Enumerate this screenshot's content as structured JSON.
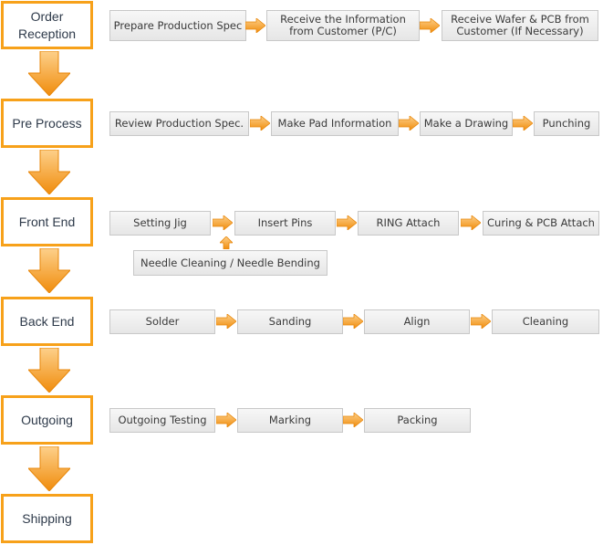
{
  "stages": [
    "Order\nReception",
    "Pre Process",
    "Front End",
    "Back End",
    "Outgoing",
    "Shipping"
  ],
  "order_reception": [
    "Prepare Production Spec",
    "Receive the Information\nfrom Customer (P/C)",
    "Receive Wafer & PCB from\nCustomer (If Necessary)"
  ],
  "pre_process": [
    "Review Production Spec.",
    "Make Pad Information",
    "Make a Drawing",
    "Punching"
  ],
  "front_end": [
    "Setting  Jig",
    "Insert Pins",
    "RING Attach",
    "Curing & PCB Attach"
  ],
  "front_end_sub": "Needle Cleaning  /  Needle Bending",
  "back_end": [
    "Solder",
    "Sanding",
    "Align",
    "Cleaning"
  ],
  "outgoing": [
    "Outgoing Testing",
    "Marking",
    "Packing"
  ],
  "colors": {
    "stage_border": "#f7a11a",
    "arrow_light": "#fcc97a",
    "arrow_dark": "#f08c0c",
    "step_border": "#c8c8c8"
  }
}
